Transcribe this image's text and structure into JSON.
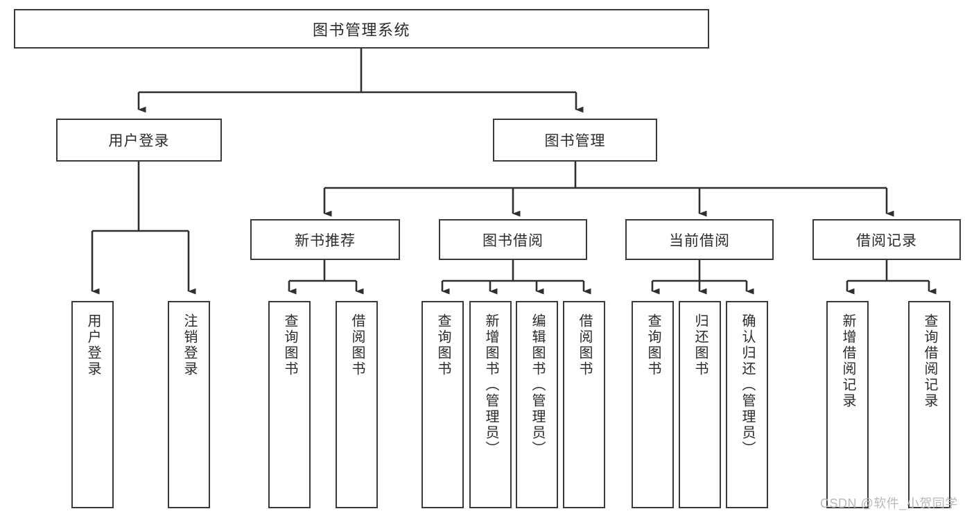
{
  "diagram": {
    "title": "图书管理系统",
    "type": "hierarchy-tree",
    "root": {
      "label": "图书管理系统"
    },
    "level2": [
      {
        "label": "用户登录"
      },
      {
        "label": "图书管理"
      }
    ],
    "level3": [
      {
        "label": "新书推荐"
      },
      {
        "label": "图书借阅"
      },
      {
        "label": "当前借阅"
      },
      {
        "label": "借阅记录"
      }
    ],
    "leaves": [
      {
        "label": "用户登录",
        "parent": "用户登录"
      },
      {
        "label": "注销登录",
        "parent": "用户登录"
      },
      {
        "label": "查询图书",
        "parent": "新书推荐"
      },
      {
        "label": "借阅图书",
        "parent": "新书推荐"
      },
      {
        "label": "查询图书",
        "parent": "图书借阅"
      },
      {
        "label": "新增图书（管理员）",
        "parent": "图书借阅"
      },
      {
        "label": "编辑图书（管理员）",
        "parent": "图书借阅"
      },
      {
        "label": "借阅图书",
        "parent": "图书借阅"
      },
      {
        "label": "查询图书",
        "parent": "当前借阅"
      },
      {
        "label": "归还图书",
        "parent": "当前借阅"
      },
      {
        "label": "确认归还（管理员）",
        "parent": "当前借阅"
      },
      {
        "label": "新增借阅记录",
        "parent": "借阅记录"
      },
      {
        "label": "查询借阅记录",
        "parent": "借阅记录"
      }
    ]
  },
  "watermark": {
    "text": "CSDN @软件_小贺同学"
  },
  "colors": {
    "border": "#3a3a3a",
    "background": "#ffffff",
    "text": "#2b2b2b",
    "watermark": "#b9b9b9"
  }
}
